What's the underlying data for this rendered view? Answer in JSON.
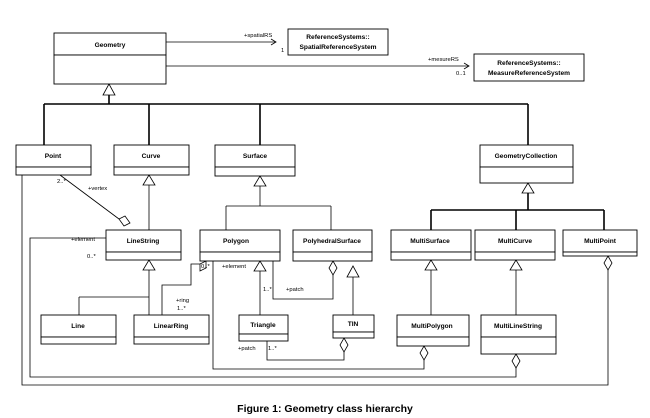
{
  "classes": {
    "geometry": "Geometry",
    "spatial_rs": [
      "ReferenceSystems::",
      "SpatialReferenceSystem"
    ],
    "measure_rs": [
      "ReferenceSystems::",
      "MeasureReferenceSystem"
    ],
    "point": "Point",
    "curve": "Curve",
    "surface": "Surface",
    "geometry_collection": "GeometryCollection",
    "line_string": "LineString",
    "polygon": "Polygon",
    "polyhedral_surface": "PolyhedralSurface",
    "multi_surface": "MultiSurface",
    "multi_curve": "MultiCurve",
    "multi_point": "MultiPoint",
    "line": "Line",
    "linear_ring": "LinearRing",
    "triangle": "Triangle",
    "tin": "TIN",
    "multi_polygon": "MultiPolygon",
    "multi_line_string": "MultiLineString"
  },
  "labels": {
    "spatial_rs_role": "+spatialRS",
    "spatial_rs_mult": "1",
    "measure_rs_role": "+mesureRS",
    "measure_rs_mult": "0..1",
    "vertex_mult": "2..*",
    "vertex_role": "+vertex",
    "element_role_ls": "+element",
    "element_mult_ls": "0..*",
    "element_mult_poly": "0..*",
    "element_role_poly": "+element",
    "ring_role": "+ring",
    "ring_mult": "1..*",
    "patch_mult_ps": "1..*",
    "patch_role_ps": "+patch",
    "patch_role_tin": "+patch",
    "patch_mult_tin": "1..*"
  },
  "caption": "Figure 1: Geometry class hierarchy"
}
